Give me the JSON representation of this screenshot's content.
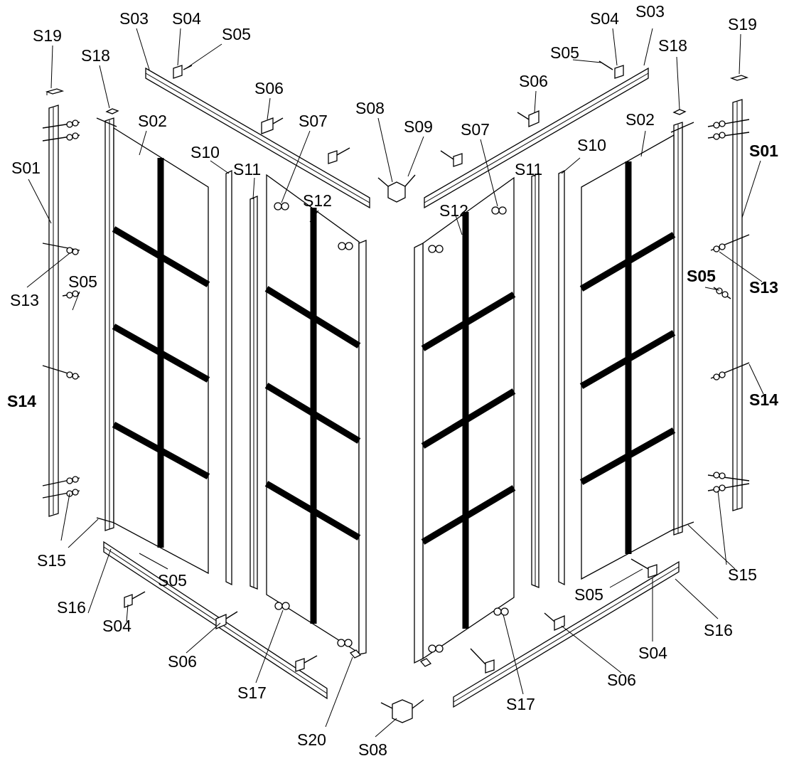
{
  "diagram": {
    "labels": [
      {
        "id": "s19-left",
        "text": "S19"
      },
      {
        "id": "s18-left",
        "text": "S18"
      },
      {
        "id": "s03-left",
        "text": "S03"
      },
      {
        "id": "s04-left-top",
        "text": "S04"
      },
      {
        "id": "s05-left-top",
        "text": "S05"
      },
      {
        "id": "s06-left-top",
        "text": "S06"
      },
      {
        "id": "s02-left",
        "text": "S02"
      },
      {
        "id": "s01-left",
        "text": "S01"
      },
      {
        "id": "s10-left",
        "text": "S10"
      },
      {
        "id": "s11-left",
        "text": "S11"
      },
      {
        "id": "s07-left",
        "text": "S07"
      },
      {
        "id": "s08-top",
        "text": "S08"
      },
      {
        "id": "s09",
        "text": "S09"
      },
      {
        "id": "s12-left",
        "text": "S12"
      },
      {
        "id": "s13-left",
        "text": "S13"
      },
      {
        "id": "s05-left-mid",
        "text": "S05"
      },
      {
        "id": "s14-left",
        "text": "S14"
      },
      {
        "id": "s15-left",
        "text": "S15"
      },
      {
        "id": "s05-left-bottom",
        "text": "S05"
      },
      {
        "id": "s16-left",
        "text": "S16"
      },
      {
        "id": "s04-left-bottom",
        "text": "S04"
      },
      {
        "id": "s06-left-bottom",
        "text": "S06"
      },
      {
        "id": "s17-left",
        "text": "S17"
      },
      {
        "id": "s20",
        "text": "S20"
      },
      {
        "id": "s08-bottom",
        "text": "S08"
      },
      {
        "id": "s04-right-top",
        "text": "S04"
      },
      {
        "id": "s03-right",
        "text": "S03"
      },
      {
        "id": "s19-right",
        "text": "S19"
      },
      {
        "id": "s05-right-top",
        "text": "S05"
      },
      {
        "id": "s18-right",
        "text": "S18"
      },
      {
        "id": "s06-right-top",
        "text": "S06"
      },
      {
        "id": "s07-right",
        "text": "S07"
      },
      {
        "id": "s02-right",
        "text": "S02"
      },
      {
        "id": "s10-right",
        "text": "S10"
      },
      {
        "id": "s01-right",
        "text": "S01"
      },
      {
        "id": "s11-right",
        "text": "S11"
      },
      {
        "id": "s12-right",
        "text": "S12"
      },
      {
        "id": "s05-right-mid",
        "text": "S05"
      },
      {
        "id": "s13-right",
        "text": "S13"
      },
      {
        "id": "s14-right",
        "text": "S14"
      },
      {
        "id": "s15-right",
        "text": "S15"
      },
      {
        "id": "s05-right-bottom",
        "text": "S05"
      },
      {
        "id": "s16-right",
        "text": "S16"
      },
      {
        "id": "s04-right-bottom",
        "text": "S04"
      },
      {
        "id": "s06-right-bottom",
        "text": "S06"
      },
      {
        "id": "s17-right",
        "text": "S17"
      }
    ]
  }
}
